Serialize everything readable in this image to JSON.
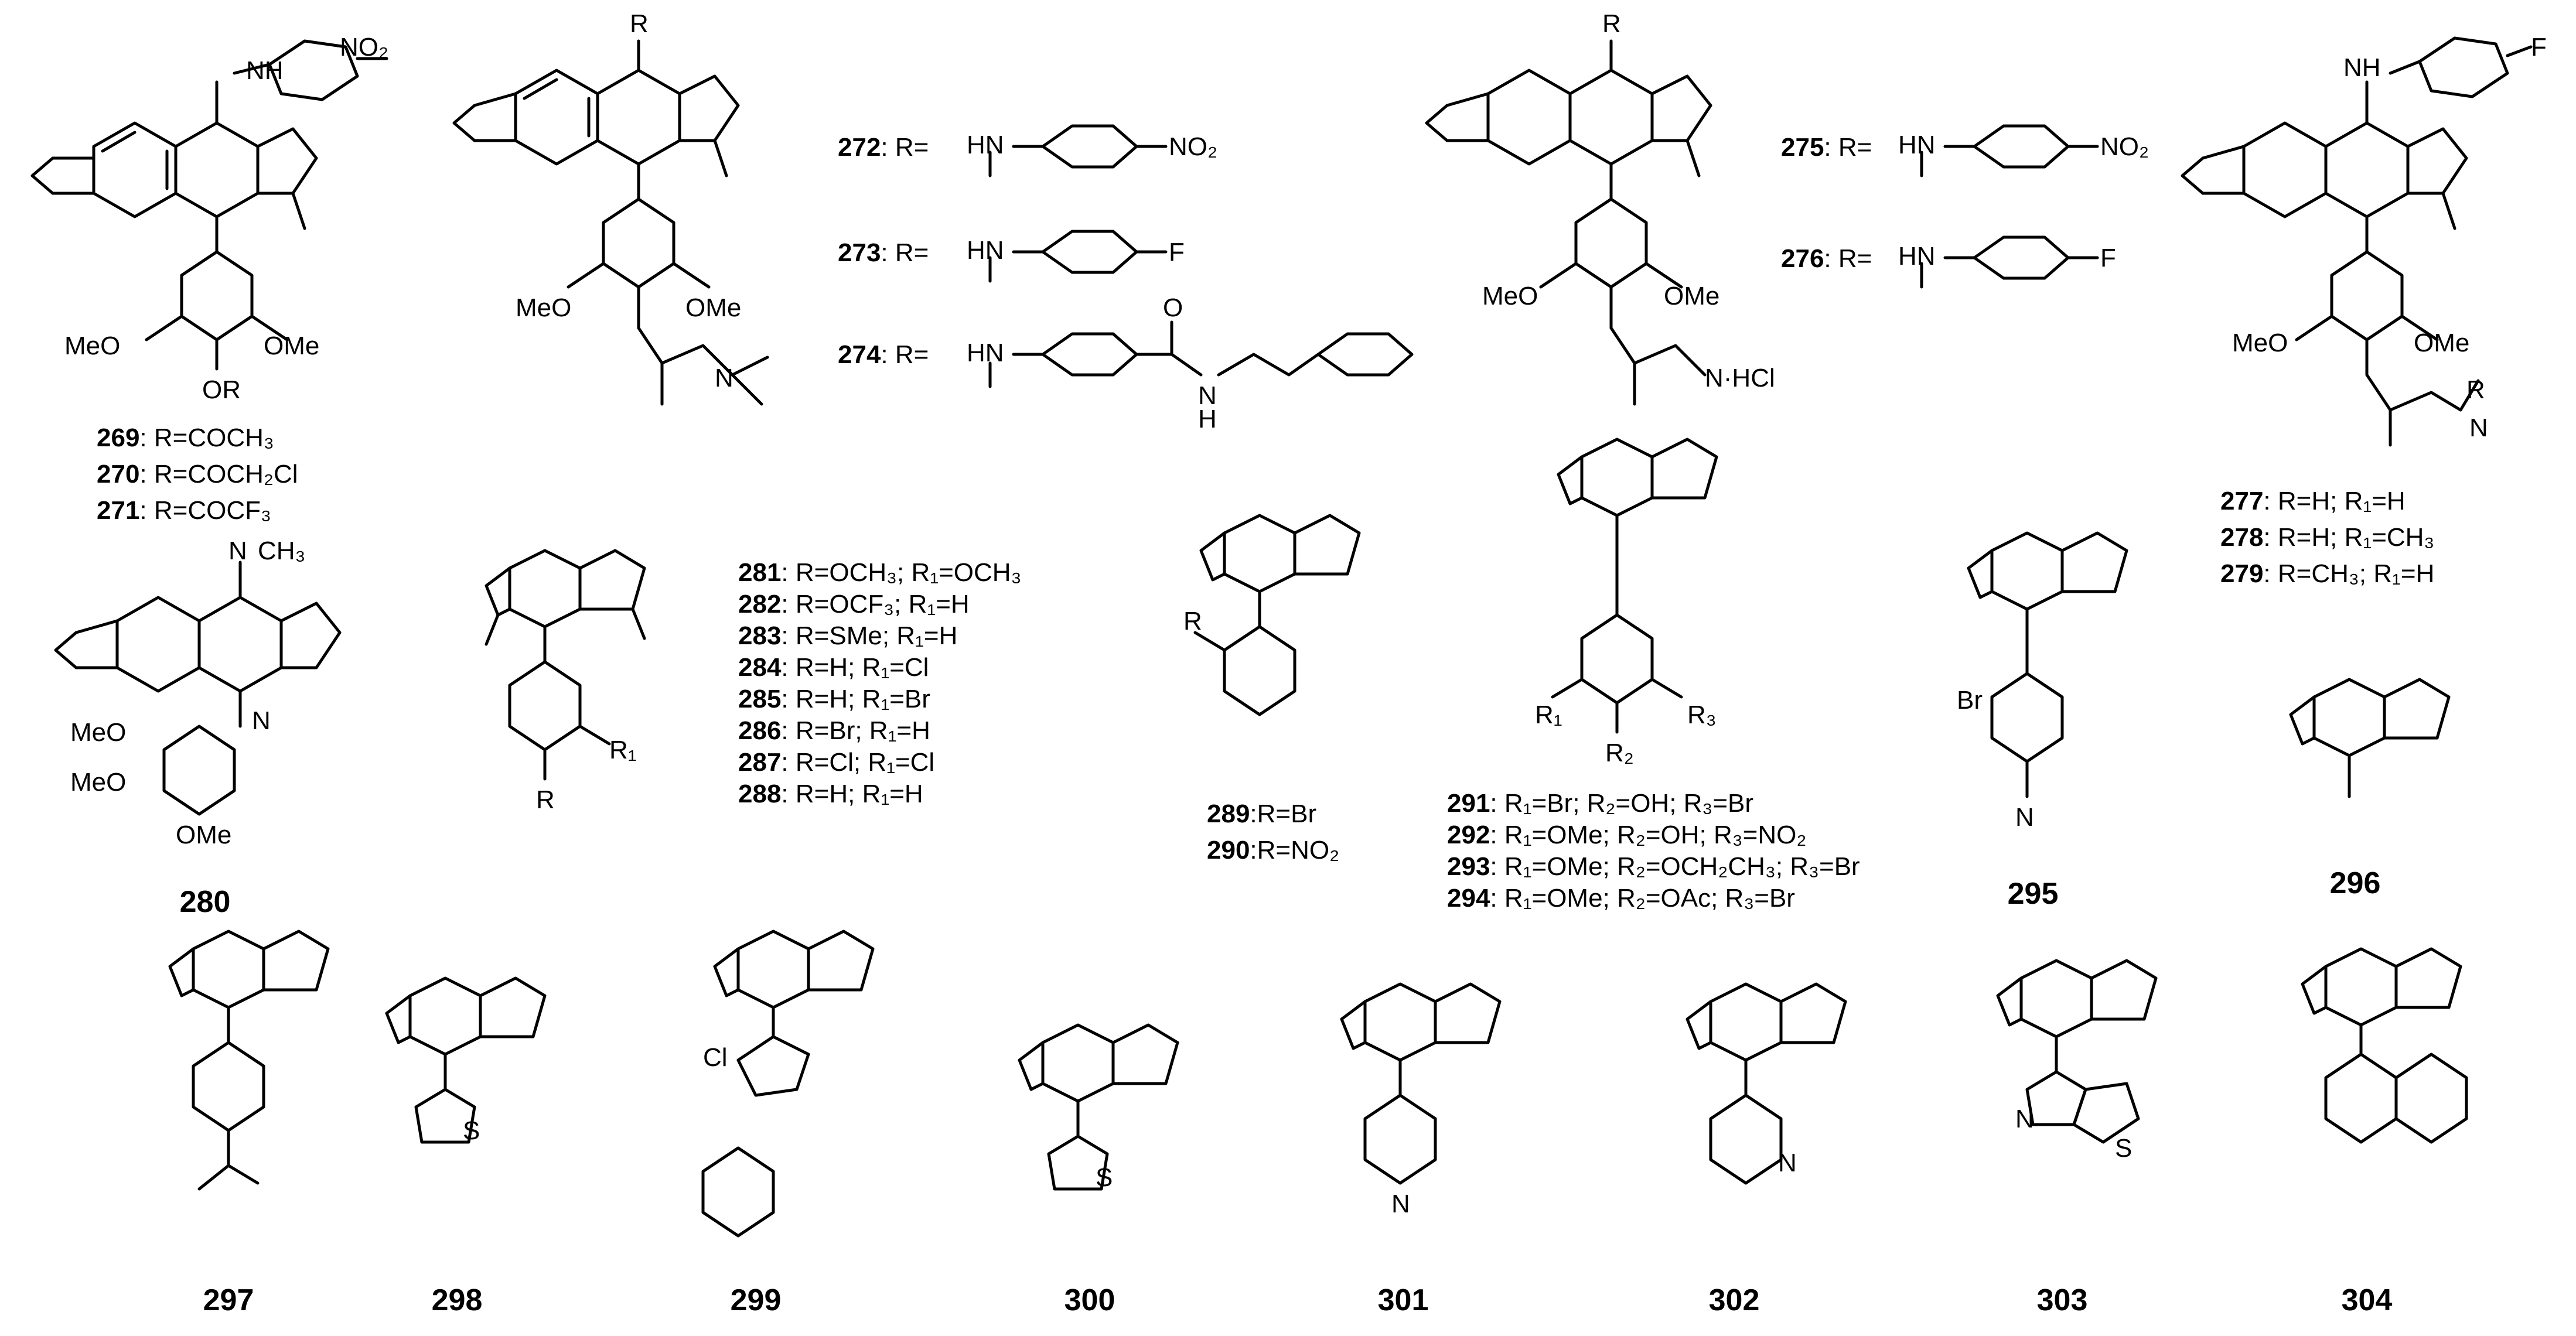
{
  "compound_numbers": {
    "c280": "280",
    "c289_290_label": "",
    "c295": "295",
    "c296": "296",
    "c297": "297",
    "c298": "298",
    "c299": "299",
    "c300": "300",
    "c301": "301",
    "c302": "302",
    "c303": "303",
    "c304": "304"
  },
  "atoms": {
    "nh": "NH",
    "n": "N",
    "h": "H",
    "hn": "HN",
    "ome": "OMe",
    "meo": "MeO",
    "or": "OR",
    "r": "R",
    "r1": "R",
    "r2": "R",
    "r3": "R",
    "br": "Br",
    "cl": "Cl",
    "s": "S",
    "f": "F",
    "no2": "NO₂",
    "ch3": "CH₃",
    "hcl": "·HCl",
    "o": "O",
    "hdots": "H"
  },
  "series_269": [
    {
      "num": "269",
      "text": ": R=COCH₃"
    },
    {
      "num": "270",
      "text": ": R=COCH₂Cl"
    },
    {
      "num": "271",
      "text": ": R=COCF₃"
    }
  ],
  "series_272": [
    {
      "num": "272",
      "text": ": R="
    },
    {
      "num": "273",
      "text": ": R="
    },
    {
      "num": "274",
      "text": ": R="
    }
  ],
  "series_275": [
    {
      "num": "275",
      "text": ": R="
    },
    {
      "num": "276",
      "text": ": R="
    }
  ],
  "series_277": [
    {
      "num": "277",
      "text": ": R=H;   R₁=H"
    },
    {
      "num": "278",
      "text": ": R=H;   R₁=CH₃"
    },
    {
      "num": "279",
      "text": ": R=CH₃;   R₁=H"
    }
  ],
  "series_281": [
    {
      "num": "281",
      "text": ": R=OCH₃; R₁=OCH₃"
    },
    {
      "num": "282",
      "text": ": R=OCF₃; R₁=H"
    },
    {
      "num": "283",
      "text": ": R=SMe; R₁=H"
    },
    {
      "num": "284",
      "text": ": R=H; R₁=Cl"
    },
    {
      "num": "285",
      "text": ": R=H; R₁=Br"
    },
    {
      "num": "286",
      "text": ": R=Br; R₁=H"
    },
    {
      "num": "287",
      "text": ": R=Cl; R₁=Cl"
    },
    {
      "num": "288",
      "text": ": R=H; R₁=H"
    }
  ],
  "series_289": [
    {
      "num": "289",
      "text": ":R=Br"
    },
    {
      "num": "290",
      "text": ":R=NO₂"
    }
  ],
  "series_291": [
    {
      "num": "291",
      "text": ": R₁=Br; R₂=OH; R₃=Br"
    },
    {
      "num": "292",
      "text": ": R₁=OMe; R₂=OH; R₃=NO₂"
    },
    {
      "num": "293",
      "text": ": R₁=OMe; R₂=OCH₂CH₃; R₃=Br"
    },
    {
      "num": "294",
      "text": ": R₁=OMe; R₂=OAc; R₃=Br"
    }
  ]
}
